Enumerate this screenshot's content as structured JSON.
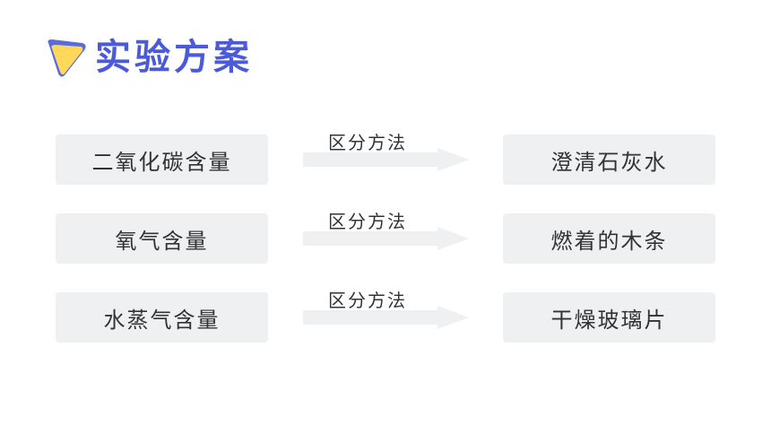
{
  "header": {
    "title": "实验方案",
    "accent_color": "#4a5ad8",
    "icon": "play-triangle-icon"
  },
  "rows": [
    {
      "left": "二氧化碳含量",
      "method": "区分方法",
      "right": "澄清石灰水"
    },
    {
      "left": "氧气含量",
      "method": "区分方法",
      "right": "燃着的木条"
    },
    {
      "left": "水蒸气含量",
      "method": "区分方法",
      "right": "干燥玻璃片"
    }
  ],
  "colors": {
    "box_background": "#eef0f1",
    "arrow": "#eef0f1",
    "logo_yellow": "#ffd75a",
    "logo_blue": "#5a6ae0"
  }
}
